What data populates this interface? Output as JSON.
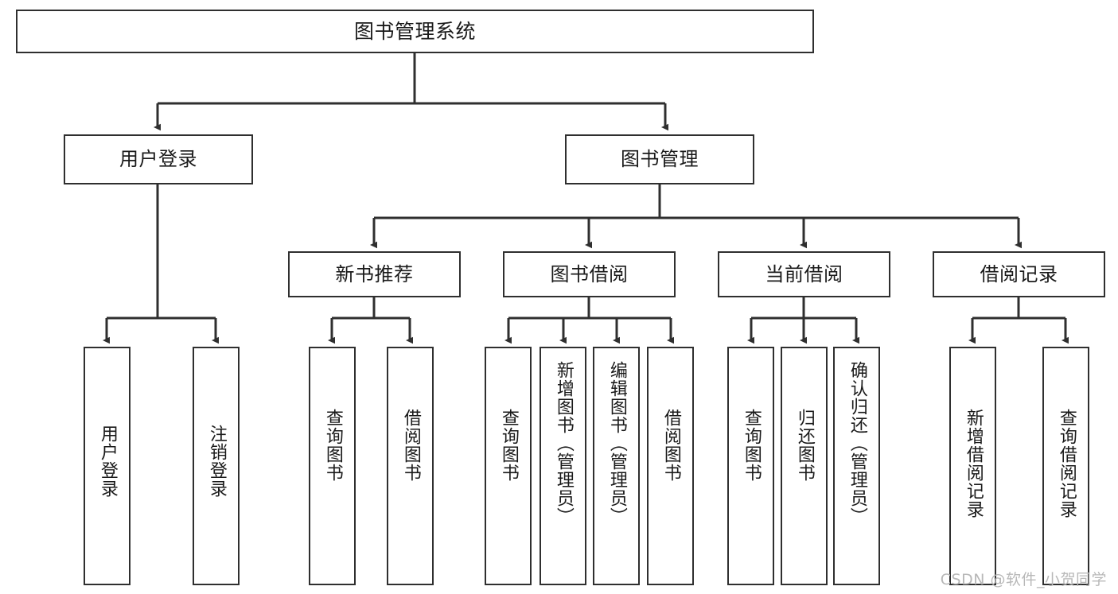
{
  "diagram": {
    "type": "tree-hierarchy",
    "title": "图书管理系统",
    "watermark": "CSDN @软件_小贺同学",
    "colors": {
      "box_border": "#2f2f2f",
      "box_fill": "#ffffff",
      "connector": "#2f2f2f",
      "text": "#1a1a1a",
      "watermark": "#b8b8b8",
      "page_background": "#ffffff"
    },
    "root": {
      "id": "root",
      "label": "图书管理系统",
      "orientation": "horizontal"
    },
    "level2": [
      {
        "id": "n-user-login",
        "label": "用户登录",
        "orientation": "horizontal"
      },
      {
        "id": "n-book-mgmt",
        "label": "图书管理",
        "orientation": "horizontal"
      }
    ],
    "level3": [
      {
        "id": "n-new-book-rec",
        "label": "新书推荐",
        "orientation": "horizontal",
        "parent": "n-book-mgmt"
      },
      {
        "id": "n-book-borrow",
        "label": "图书借阅",
        "orientation": "horizontal",
        "parent": "n-book-mgmt"
      },
      {
        "id": "n-current-borrow",
        "label": "当前借阅",
        "orientation": "horizontal",
        "parent": "n-book-mgmt"
      },
      {
        "id": "n-borrow-record",
        "label": "借阅记录",
        "orientation": "horizontal",
        "parent": "n-book-mgmt"
      }
    ],
    "leaves": {
      "user_login": [
        {
          "id": "leaf-user-login",
          "label": "用户登录",
          "orientation": "vertical"
        },
        {
          "id": "leaf-user-logout",
          "label": "注销登录",
          "orientation": "vertical"
        }
      ],
      "new_book_rec": [
        {
          "id": "leaf-query-book-1",
          "label": "查询图书",
          "orientation": "vertical"
        },
        {
          "id": "leaf-borrow-book-1",
          "label": "借阅图书",
          "orientation": "vertical"
        }
      ],
      "book_borrow": [
        {
          "id": "leaf-query-book-2",
          "label": "查询图书",
          "orientation": "vertical"
        },
        {
          "id": "leaf-add-book",
          "label": "新增图书（管理员）",
          "orientation": "vertical"
        },
        {
          "id": "leaf-edit-book",
          "label": "编辑图书（管理员）",
          "orientation": "vertical"
        },
        {
          "id": "leaf-borrow-book-2",
          "label": "借阅图书",
          "orientation": "vertical"
        }
      ],
      "current_borrow": [
        {
          "id": "leaf-query-book-3",
          "label": "查询图书",
          "orientation": "vertical"
        },
        {
          "id": "leaf-return-book",
          "label": "归还图书",
          "orientation": "vertical"
        },
        {
          "id": "leaf-confirm-return",
          "label": "确认归还（管理员）",
          "orientation": "vertical"
        }
      ],
      "borrow_record": [
        {
          "id": "leaf-add-record",
          "label": "新增借阅记录",
          "orientation": "vertical"
        },
        {
          "id": "leaf-query-record",
          "label": "查询借阅记录",
          "orientation": "vertical"
        }
      ]
    }
  }
}
